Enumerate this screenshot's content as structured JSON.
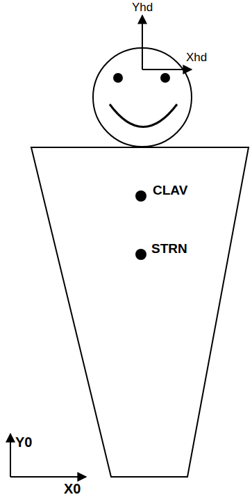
{
  "diagram": {
    "labels": [
      "Yhd",
      "Xhd",
      "CLAV",
      "STRN",
      "Y0",
      "X0"
    ]
  }
}
